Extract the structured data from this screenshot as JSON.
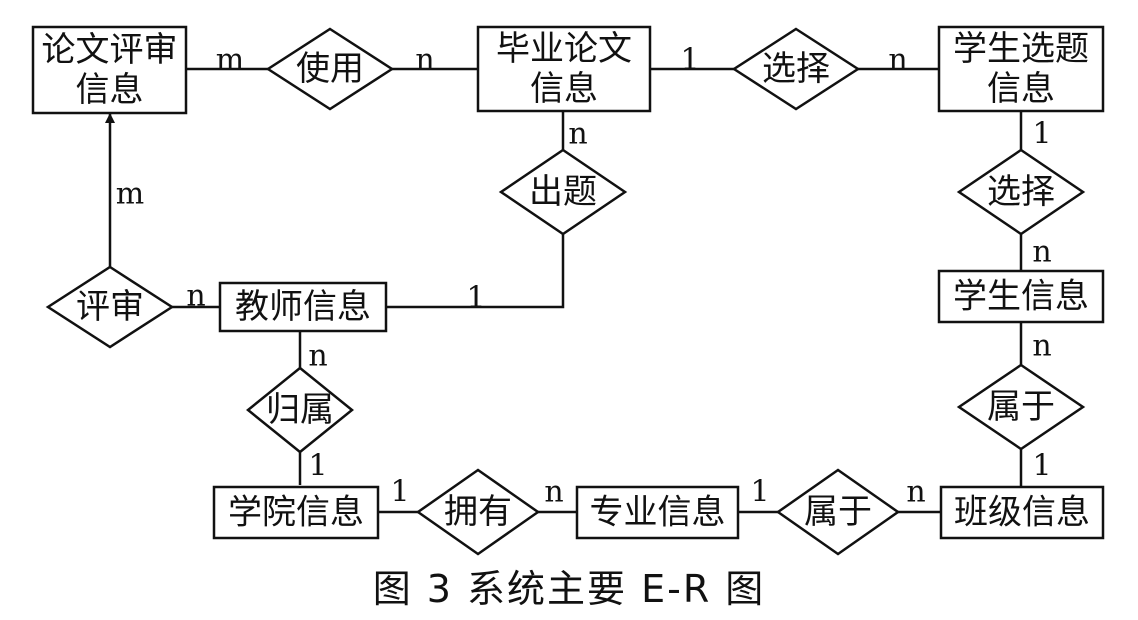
{
  "caption": "图 3   系统主要 E-R 图",
  "entities": [
    {
      "id": "review",
      "lines": [
        "论文评审",
        "信息"
      ]
    },
    {
      "id": "thesis",
      "lines": [
        "毕业论文",
        "信息"
      ]
    },
    {
      "id": "selection",
      "lines": [
        "学生选题",
        "信息"
      ]
    },
    {
      "id": "teacher",
      "lines": [
        "教师信息"
      ]
    },
    {
      "id": "student",
      "lines": [
        "学生信息"
      ]
    },
    {
      "id": "college",
      "lines": [
        "学院信息"
      ]
    },
    {
      "id": "major",
      "lines": [
        "专业信息"
      ]
    },
    {
      "id": "class",
      "lines": [
        "班级信息"
      ]
    }
  ],
  "relationships": [
    {
      "id": "use",
      "label": "使用"
    },
    {
      "id": "select1",
      "label": "选择"
    },
    {
      "id": "set",
      "label": "出题"
    },
    {
      "id": "select2",
      "label": "选择"
    },
    {
      "id": "evaluate",
      "label": "评审"
    },
    {
      "id": "belong1",
      "label": "归属"
    },
    {
      "id": "belong2",
      "label": "属于"
    },
    {
      "id": "own",
      "label": "拥有"
    },
    {
      "id": "belong3",
      "label": "属于"
    }
  ],
  "cardinalities": [
    {
      "id": "use-review",
      "text": "m"
    },
    {
      "id": "use-thesis",
      "text": "n"
    },
    {
      "id": "select1-thesis",
      "text": "1"
    },
    {
      "id": "select1-selection",
      "text": "n"
    },
    {
      "id": "set-thesis",
      "text": "n"
    },
    {
      "id": "set-teacher",
      "text": "1"
    },
    {
      "id": "select2-selection",
      "text": "1"
    },
    {
      "id": "select2-student",
      "text": "n"
    },
    {
      "id": "evaluate-review",
      "text": "m"
    },
    {
      "id": "evaluate-teacher",
      "text": "n"
    },
    {
      "id": "belong1-teacher",
      "text": "n"
    },
    {
      "id": "belong1-college",
      "text": "1"
    },
    {
      "id": "belong2-student",
      "text": "n"
    },
    {
      "id": "belong2-class",
      "text": "1"
    },
    {
      "id": "own-college",
      "text": "1"
    },
    {
      "id": "own-major",
      "text": "n"
    },
    {
      "id": "belong3-major",
      "text": "1"
    },
    {
      "id": "belong3-class",
      "text": "n"
    }
  ]
}
